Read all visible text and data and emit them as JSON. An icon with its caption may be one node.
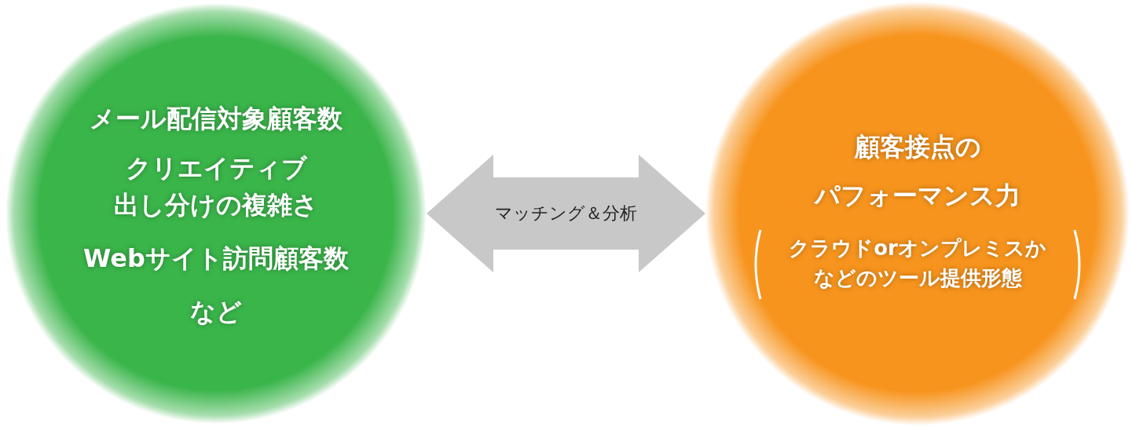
{
  "diagram": {
    "nodes": [
      {
        "text": [
          "メール配信対象顧客数",
          "クリエイティブ",
          "出し分けの複雑さ",
          "Webサイト訪問顧客数",
          "など"
        ]
      },
      {
        "text": [
          "顧客接点の",
          "パフォーマンス力",
          "クラウドorオンプレミスか",
          "などのツール提供形態"
        ]
      }
    ],
    "edges": [
      {
        "from": 0,
        "to": 1,
        "arrow": "both",
        "label": "マッチング＆分析"
      }
    ]
  }
}
